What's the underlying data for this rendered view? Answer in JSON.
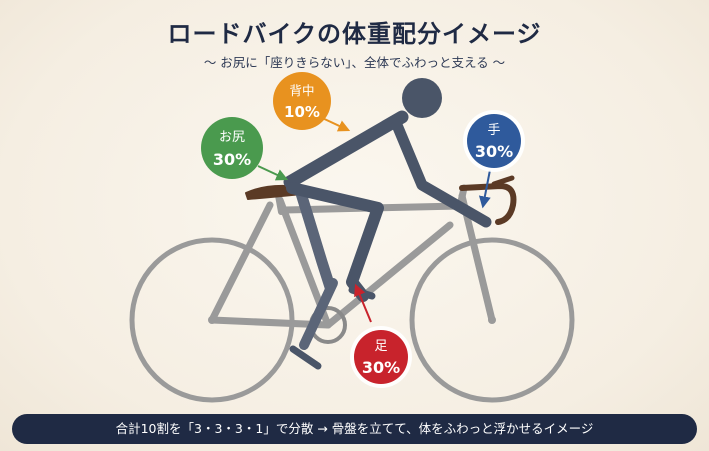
{
  "header": {
    "title": "ロードバイクの体重配分イメージ",
    "subtitle": "〜 お尻に「座りきらない」、全体でふわっと支える 〜"
  },
  "distribution": [
    {
      "part": "お尻",
      "value": "30%",
      "color": "#4a9a4e"
    },
    {
      "part": "背中",
      "value": "10%",
      "color": "#e8921f"
    },
    {
      "part": "手",
      "value": "30%",
      "color": "#2f5a9c"
    },
    {
      "part": "足",
      "value": "30%",
      "color": "#c8232c"
    }
  ],
  "footer": {
    "caption": "合計10割を「3・3・3・1」で分散 → 骨盤を立てて、体をふわっと浮かせるイメージ"
  },
  "colors": {
    "bike": "#9a9a9a",
    "rider": "#4a5568",
    "saddle": "#5b3a25",
    "banner": "#1f2a44"
  }
}
